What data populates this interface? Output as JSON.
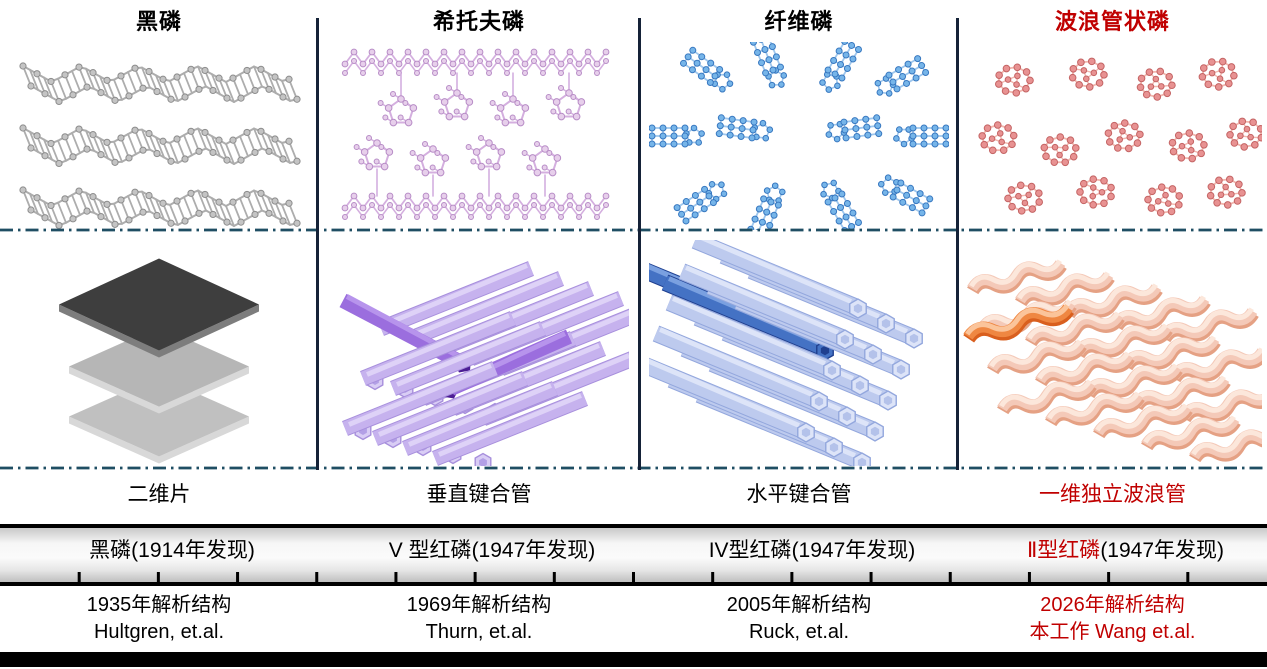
{
  "figure": {
    "columns": [
      {
        "id": "black-phosphorus",
        "theme": "gray",
        "title": "黑磷",
        "morphology_label": "二维片",
        "timeline_name": "黑磷",
        "timeline_suffix": "(1914年发现)",
        "solved_line1": "1935年解析结构",
        "solved_line2": "Hultgren, et.al."
      },
      {
        "id": "hittorf-phosphorus",
        "theme": "purple",
        "title": "希托夫磷",
        "morphology_label": "垂直键合管",
        "timeline_name": "V 型红磷",
        "timeline_suffix": "(1947年发现)",
        "solved_line1": "1969年解析结构",
        "solved_line2": "Thurn, et.al."
      },
      {
        "id": "fibrous-phosphorus",
        "theme": "blue",
        "title": "纤维磷",
        "morphology_label": "水平键合管",
        "timeline_name": "IV型红磷",
        "timeline_suffix": "(1947年发现)",
        "solved_line1": "2005年解析结构",
        "solved_line2": "Ruck, et.al."
      },
      {
        "id": "wavy-tubular-phosphorus",
        "theme": "salmon",
        "title": "波浪管状磷",
        "morphology_label": "一维独立波浪管",
        "timeline_name": "Ⅱ型红磷",
        "timeline_suffix": "(1947年发现)",
        "solved_line1": "2026年解析结构",
        "solved_line2": "本工作 Wang et.al."
      }
    ],
    "colors": {
      "accent_red": "#c00000",
      "dashdot_line": "#1f4e63",
      "vertical_line": "#152238",
      "timeline_border": "#000000",
      "tick": "#000000",
      "bottom_bar": "#000000",
      "gray": {
        "ball": "#c4c4c4",
        "ball_stroke": "#8d8d8d",
        "bond": "#adadad",
        "plate_top": "#3e3e3e",
        "plate_top_side": "#7d7d7d",
        "plate_light": "#b6b6b6",
        "plate_light2": "#c0c0c0",
        "plate_light_side": "#d8d8d8"
      },
      "purple": {
        "ball": "#e7cfeb",
        "ball_stroke": "#b78cc6",
        "bond": "#d4afdf",
        "tube": "#c6b2ee",
        "tube_hi": "#ded2f7",
        "tube_edge": "#a78fdc",
        "accent": "#9b6ede",
        "accent_hi": "#b794ec",
        "accent_dark": "#4c1d95",
        "cap": "#d9cdf5",
        "cap_inner": "#b3a0e6"
      },
      "blue": {
        "ball": "#76b5e9",
        "ball_stroke": "#3878c0",
        "bond": "#9fc7ed",
        "tube": "#bdcaee",
        "tube_hi": "#dde4f8",
        "tube_edge": "#93a7dd",
        "accent": "#4472c4",
        "accent_hi": "#7aa0e0",
        "accent_dark": "#1f3f8f",
        "cap": "#dde4f8",
        "cap_inner": "#b4c2ea"
      },
      "salmon": {
        "ball": "#e89292",
        "ball_stroke": "#c46464",
        "bond": "#f2b6ae",
        "ribbon": "#f4c9b8",
        "ribbon_hi": "#fce7db",
        "ribbon_shadow": "#e5a184",
        "accent": "#d95f1e",
        "accent_mid": "#ef8742",
        "accent_hi": "#fbc49a"
      }
    }
  }
}
